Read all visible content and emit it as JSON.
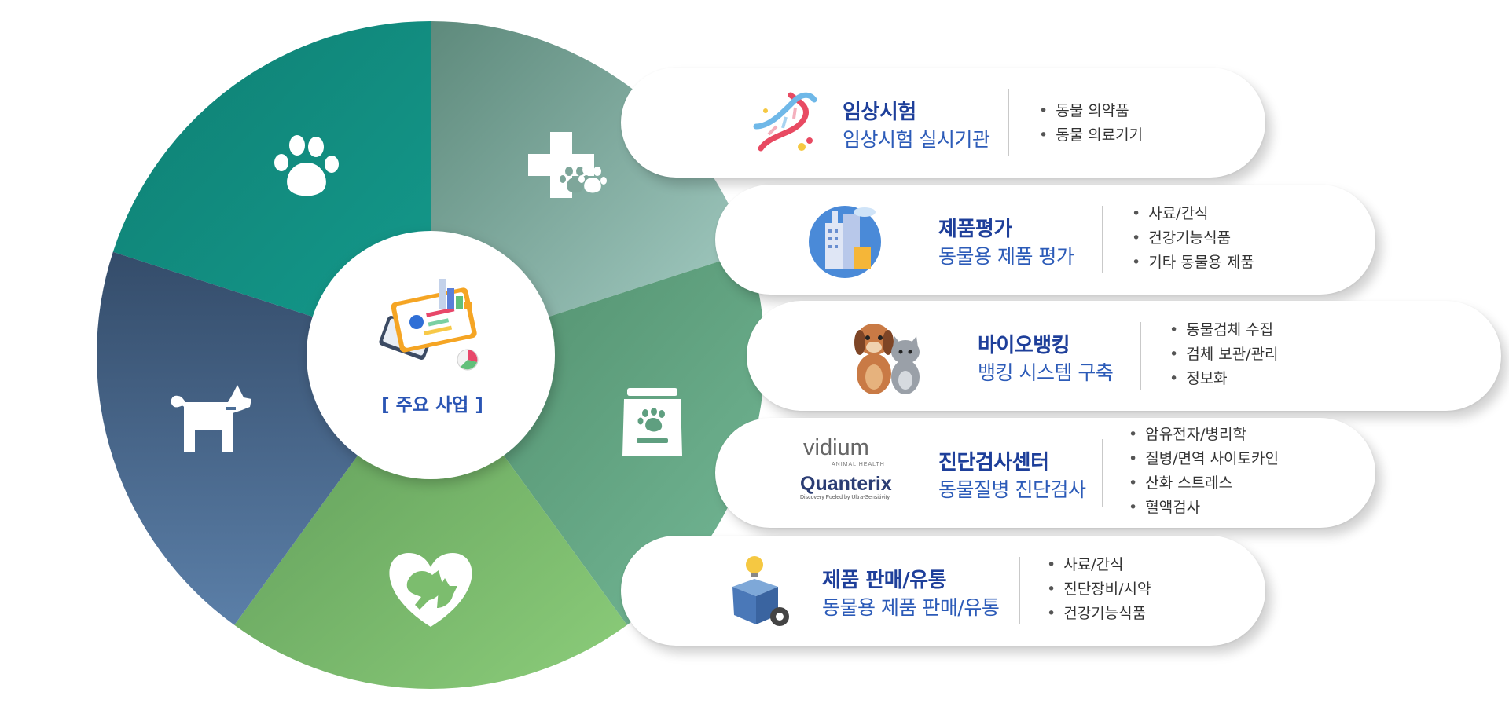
{
  "center": {
    "label": "[ 주요 사업 ]"
  },
  "wheel_segments": [
    {
      "icon": "paw-icon"
    },
    {
      "icon": "vet-cross-paw-icon"
    },
    {
      "icon": "pet-food-bag-icon"
    },
    {
      "icon": "heart-dog-cat-icon"
    },
    {
      "icon": "dog-icon"
    }
  ],
  "services": [
    {
      "title": "임상시험",
      "subtitle": "임상시험 실시기관",
      "icon": "dna-icon",
      "items": [
        "동물 의약품",
        "동물 의료기기"
      ]
    },
    {
      "title": "제품평가",
      "subtitle": "동물용 제품 평가",
      "icon": "buildings-icon",
      "items": [
        "사료/간식",
        "건강기능식품",
        "기타 동물용 제품"
      ]
    },
    {
      "title": "바이오뱅킹",
      "subtitle": "뱅킹 시스템 구축",
      "icon": "dog-and-cat-icon",
      "items": [
        "동물검체 수집",
        "검체 보관/관리",
        "정보화"
      ]
    },
    {
      "title": "진단검사센터",
      "subtitle": "동물질병 진단검사",
      "icon": "partner-logos",
      "items": [
        "암유전자/병리학",
        "질병/면역 사이토카인",
        "산화 스트레스",
        "혈액검사"
      ]
    },
    {
      "title": "제품 판매/유통",
      "subtitle": "동물용 제품 판매/유통",
      "icon": "box-idea-icon",
      "items": [
        "사료/간식",
        "진단장비/시약",
        "건강기능식품"
      ]
    }
  ],
  "logos": {
    "vidium": "vidium",
    "vidium_sub": "ANIMAL HEALTH",
    "quanterix": "Quanterix",
    "quanterix_sub": "Discovery Fueled by Ultra-Sensitivity"
  },
  "colors": {
    "segment_top_left": "#138c80",
    "segment_top_right": "#84b1a9",
    "segment_right": "#5f9f80",
    "segment_bottom": "#7cbd6e",
    "segment_left": "#3f5e86",
    "title_blue": "#1e3f9a",
    "subtitle_blue": "#2c5bb8"
  }
}
